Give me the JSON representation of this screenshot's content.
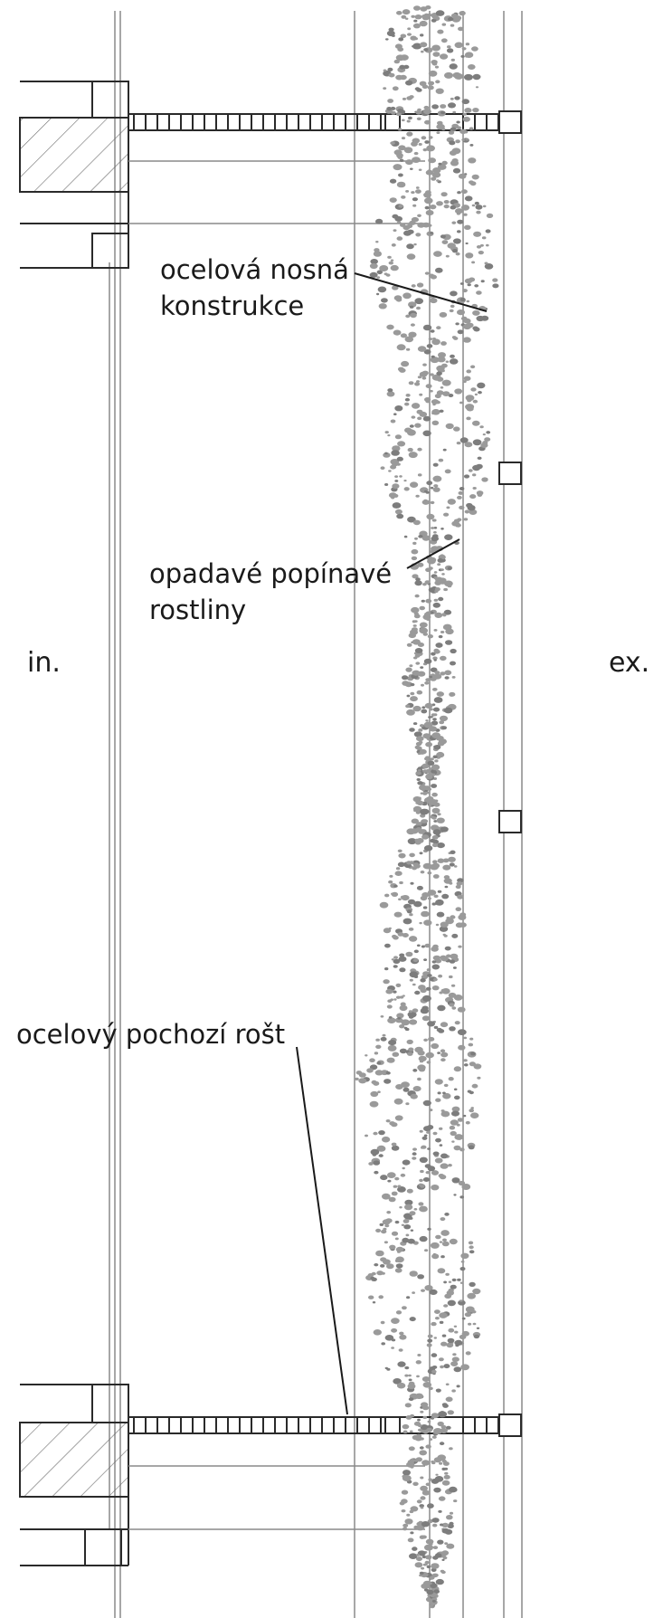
{
  "labels": {
    "steel_structure": {
      "line1": "ocelová nosná",
      "line2": "konstrukce"
    },
    "climbing_plants": {
      "line1": "opadavé popínavé",
      "line2": "rostliny"
    },
    "walkway_grating": "ocelový pochozí rošt",
    "interior": "in.",
    "exterior": "ex."
  },
  "colors": {
    "line": "#2a2a2a",
    "thin_line": "#8a8a8a",
    "foliage": "#9a9a9a",
    "foliage_dark": "#7d7d7d",
    "background": "#ffffff"
  }
}
